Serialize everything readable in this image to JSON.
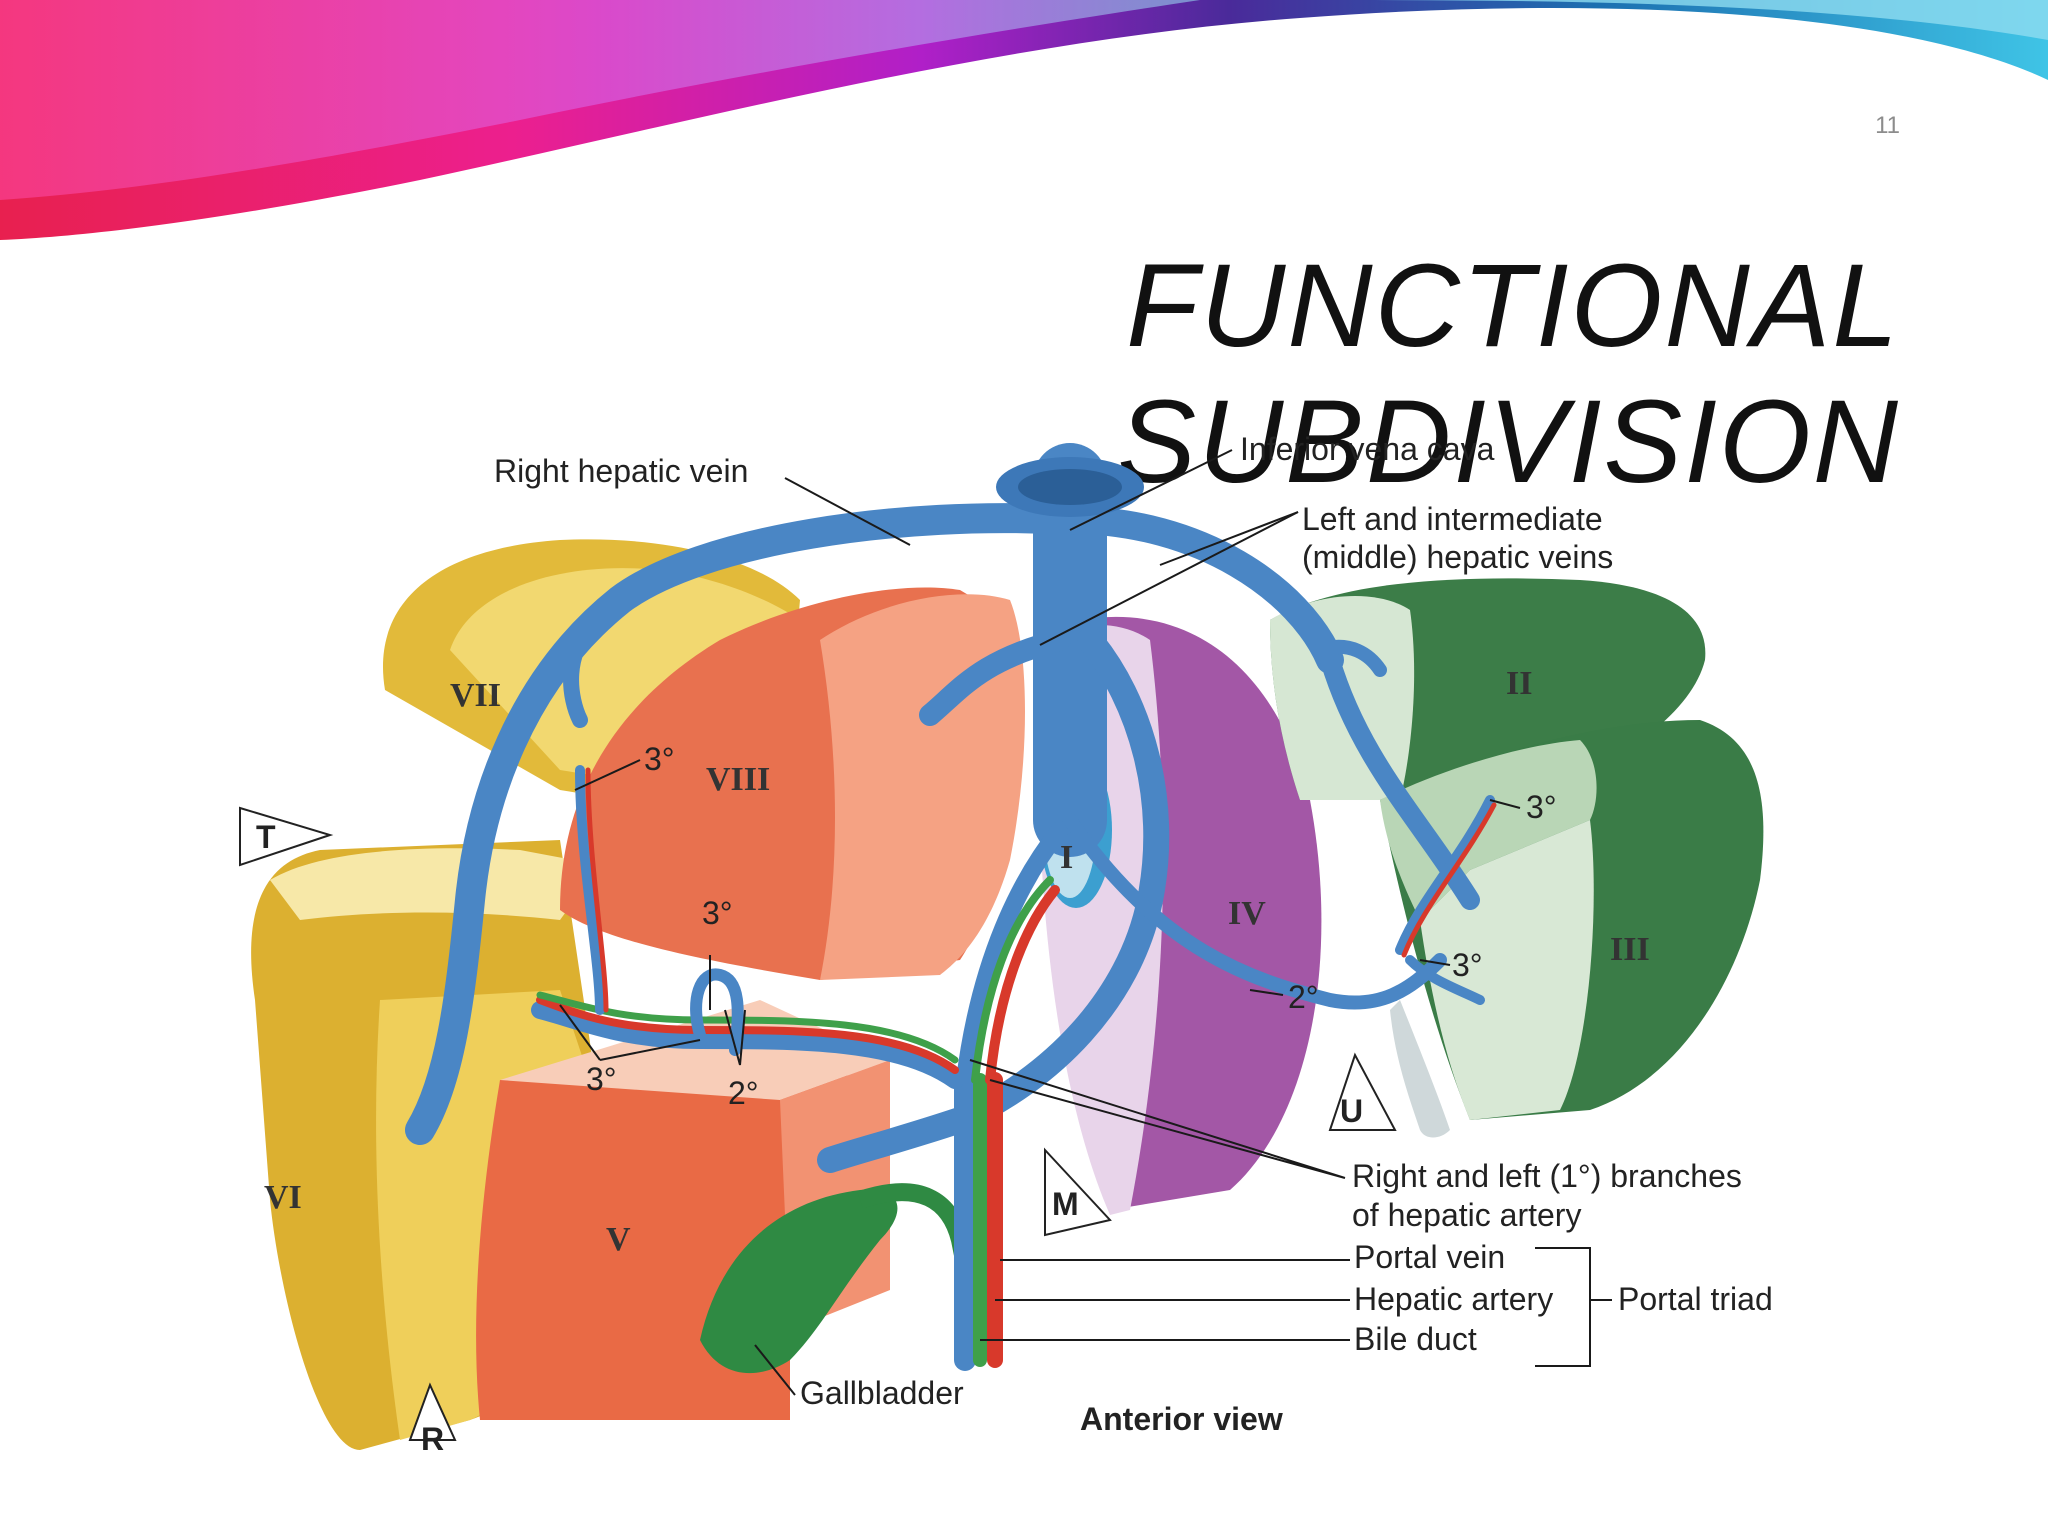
{
  "slide": {
    "number": "11",
    "title": "FUNCTIONAL SUBDIVISION"
  },
  "diagram": {
    "labels": {
      "right_hepatic_vein": "Right hepatic vein",
      "inferior_vena_cava": "Inferior vena cava",
      "left_intermediate_line1": "Left and intermediate",
      "left_intermediate_line2": "(middle) hepatic veins",
      "branches_line1": "Right and left (1°) branches",
      "branches_line2": "of hepatic artery",
      "portal_vein": "Portal vein",
      "hepatic_artery": "Hepatic artery",
      "bile_duct": "Bile duct",
      "portal_triad": "Portal triad",
      "gallbladder": "Gallbladder",
      "view": "Anterior view"
    },
    "segments": {
      "s1": "I",
      "s2": "II",
      "s3": "III",
      "s4": "IV",
      "s5": "V",
      "s6": "VI",
      "s7": "VII",
      "s8": "VIII"
    },
    "branch_orders": {
      "viii_tertiary": "3°",
      "viii_tertiary_lower": "3°",
      "v_tertiary": "3°",
      "v_secondary": "2°",
      "left_tertiary_upper": "3°",
      "left_tertiary_lower": "3°",
      "left_secondary": "2°"
    },
    "plane_markers": {
      "t": "T",
      "r": "R",
      "m": "M",
      "u": "U"
    },
    "colors": {
      "vein": "#4a86c5",
      "artery": "#d8392b",
      "bile_duct": "#3fa04a",
      "right_posterior_sector": "#e7c344",
      "right_anterior_sector": "#ec7a58",
      "medial_segment": "#a65aa8",
      "left_lateral_sector": "#3e7f4c",
      "gallbladder": "#2f8a43"
    }
  }
}
